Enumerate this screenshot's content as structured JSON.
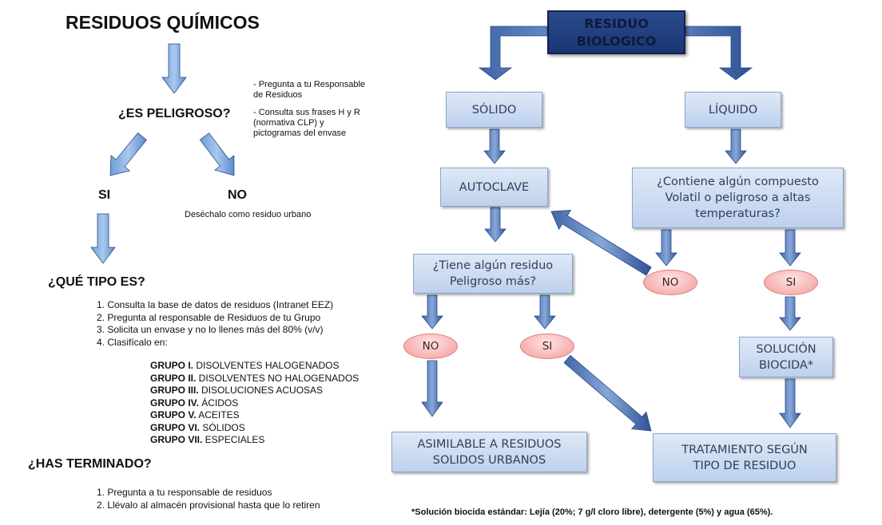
{
  "left": {
    "title": "RESIDUOS QUÍMICOS",
    "q_dangerous": "¿ES PELIGROSO?",
    "note_line1": "- Pregunta a tu Responsable",
    "note_line2": "de Residuos",
    "note_line3": "- Consulta sus frases H y R",
    "note_line4": "(normativa CLP) y",
    "note_line5": "pictogramas del envase",
    "yes": "SI",
    "no": "NO",
    "no_note": "Deséchalo como residuo urbano",
    "q_type": "¿QUÉ TIPO ES?",
    "steps": [
      "1. Consulta la base de datos de residuos (Intranet EEZ)",
      "2. Pregunta al responsable de Residuos de tu Grupo",
      "3. Solicita un envase y no lo llenes más del 80% (v/v)",
      "4. Clasifícalo en:"
    ],
    "groups": [
      {
        "id": "GRUPO I.",
        "name": "DISOLVENTES HALOGENADOS"
      },
      {
        "id": "GRUPO II.",
        "name": "DISOLVENTES NO HALOGENADOS"
      },
      {
        "id": "GRUPO III.",
        "name": "DISOLUCIONES ACUOSAS"
      },
      {
        "id": "GRUPO IV.",
        "name": "ÁCIDOS"
      },
      {
        "id": "GRUPO V.",
        "name": "ACEITES"
      },
      {
        "id": "GRUPO VI.",
        "name": "SÓLIDOS"
      },
      {
        "id": "GRUPO VII.",
        "name": "ESPECIALES"
      }
    ],
    "q_finished": "¿HAS TERMINADO?",
    "final_steps": [
      "1. Pregunta a tu responsable de residuos",
      "2. Llévalo al almacén provisional hasta que lo retiren"
    ]
  },
  "right": {
    "root_line1": "RESIDUO",
    "root_line2": "BIOLOGICO",
    "solid": "SÓLIDO",
    "liquid": "LÍQUIDO",
    "autoclave": "AUTOCLAVE",
    "q_volatile_line1": "¿Contiene algún compuesto",
    "q_volatile_line2": "Volatil o peligroso a altas",
    "q_volatile_line3": "temperaturas?",
    "q_residue_line1": "¿Tiene algún residuo",
    "q_residue_line2": "Peligroso más?",
    "no": "NO",
    "si": "SI",
    "biocide_line1": "SOLUCIÓN",
    "biocide_line2": "BIOCIDA*",
    "urban_line1": "ASIMILABLE  A RESIDUOS",
    "urban_line2": "SOLIDOS URBANOS",
    "treatment_line1": "TRATAMIENTO SEGÚN",
    "treatment_line2": "TIPO DE RESIDUO",
    "footnote": "*Solución biocida estándar: Lejía (20%; 7 g/l cloro libre), detergente (5%) y agua (65%)."
  }
}
